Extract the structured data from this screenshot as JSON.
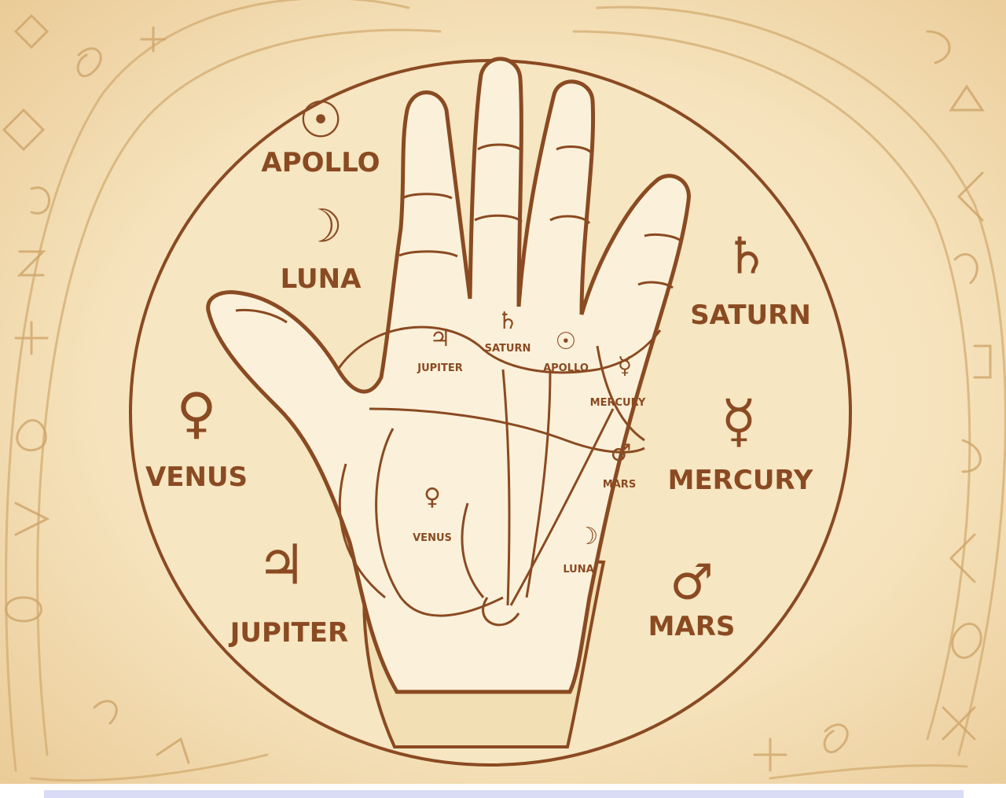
{
  "colors": {
    "ink": "#8a4a22",
    "parchment_center": "#fbefd2",
    "parchment_edge": "#e9cb95",
    "palm_fill": "#fbf1da",
    "border_fill": "#f3e3bf",
    "scribble": "#d8b37a"
  },
  "planets": [
    {
      "id": "apollo",
      "symbol": "☉",
      "label": "APOLLO"
    },
    {
      "id": "luna",
      "symbol": "☽",
      "label": "LUNA"
    },
    {
      "id": "saturn",
      "symbol": "♄",
      "label": "SATURN"
    },
    {
      "id": "venus",
      "symbol": "♀",
      "label": "VENUS"
    },
    {
      "id": "mercury",
      "symbol": "☿",
      "label": "MERCURY"
    },
    {
      "id": "jupiter",
      "symbol": "♃",
      "label": "JUPITER"
    },
    {
      "id": "mars",
      "symbol": "♂",
      "label": "MARS"
    }
  ],
  "palm_mounts": [
    {
      "id": "jupiter",
      "symbol": "♃",
      "label": "JUPITER"
    },
    {
      "id": "saturn",
      "symbol": "♄",
      "label": "SATURN"
    },
    {
      "id": "apollo",
      "symbol": "☉",
      "label": "APOLLO"
    },
    {
      "id": "mercury",
      "symbol": "☿",
      "label": "MERCURY"
    },
    {
      "id": "mars",
      "symbol": "♂",
      "label": "MARS"
    },
    {
      "id": "venus",
      "symbol": "♀",
      "label": "VENUS"
    },
    {
      "id": "luna",
      "symbol": "☽",
      "label": "LUNA"
    }
  ]
}
